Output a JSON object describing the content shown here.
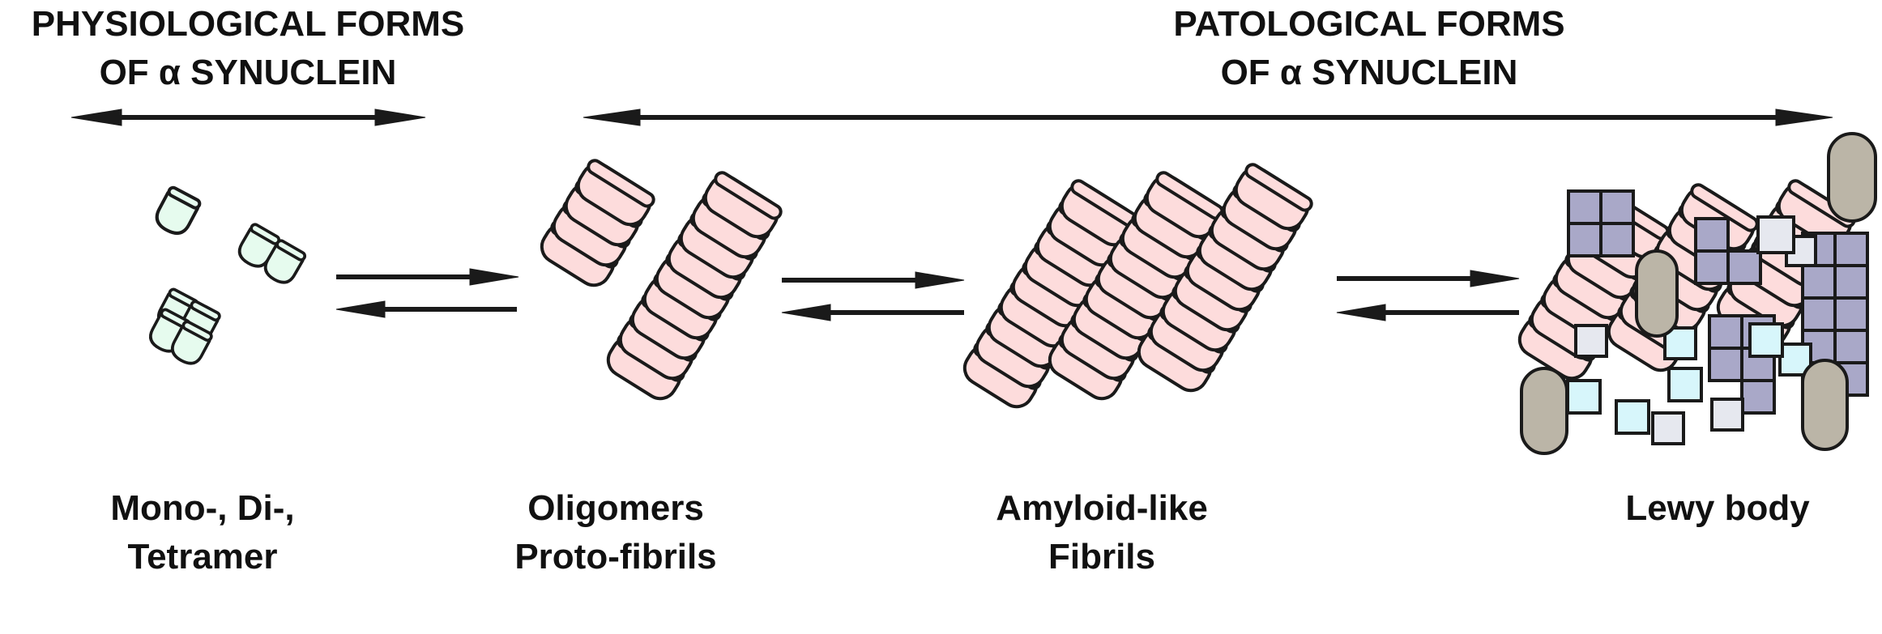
{
  "header": {
    "physiological": {
      "line1": "PHYSIOLOGICAL FORMS",
      "line2": "OF α SYNUCLEIN"
    },
    "pathological": {
      "line1": "PATOLOGICAL FORMS",
      "line2": "OF α SYNUCLEIN"
    }
  },
  "stages": [
    {
      "line1": "Mono-, Di-,",
      "line2": "Tetramer"
    },
    {
      "line1": "Oligomers",
      "line2": "Proto-fibrils"
    },
    {
      "line1": "Amyloid-like",
      "line2": "Fibrils"
    },
    {
      "line1": "Lewy body",
      "line2": ""
    }
  ],
  "colors": {
    "monomer_fill": "#e6fbee",
    "fibril_fill": "#fddcdc",
    "outline": "#1a1a1a",
    "purple_square": "#a9a8c8",
    "cyan_square": "#d7f6fb",
    "gray_square": "#e6e8ef",
    "rod": "#bbb5a7"
  }
}
